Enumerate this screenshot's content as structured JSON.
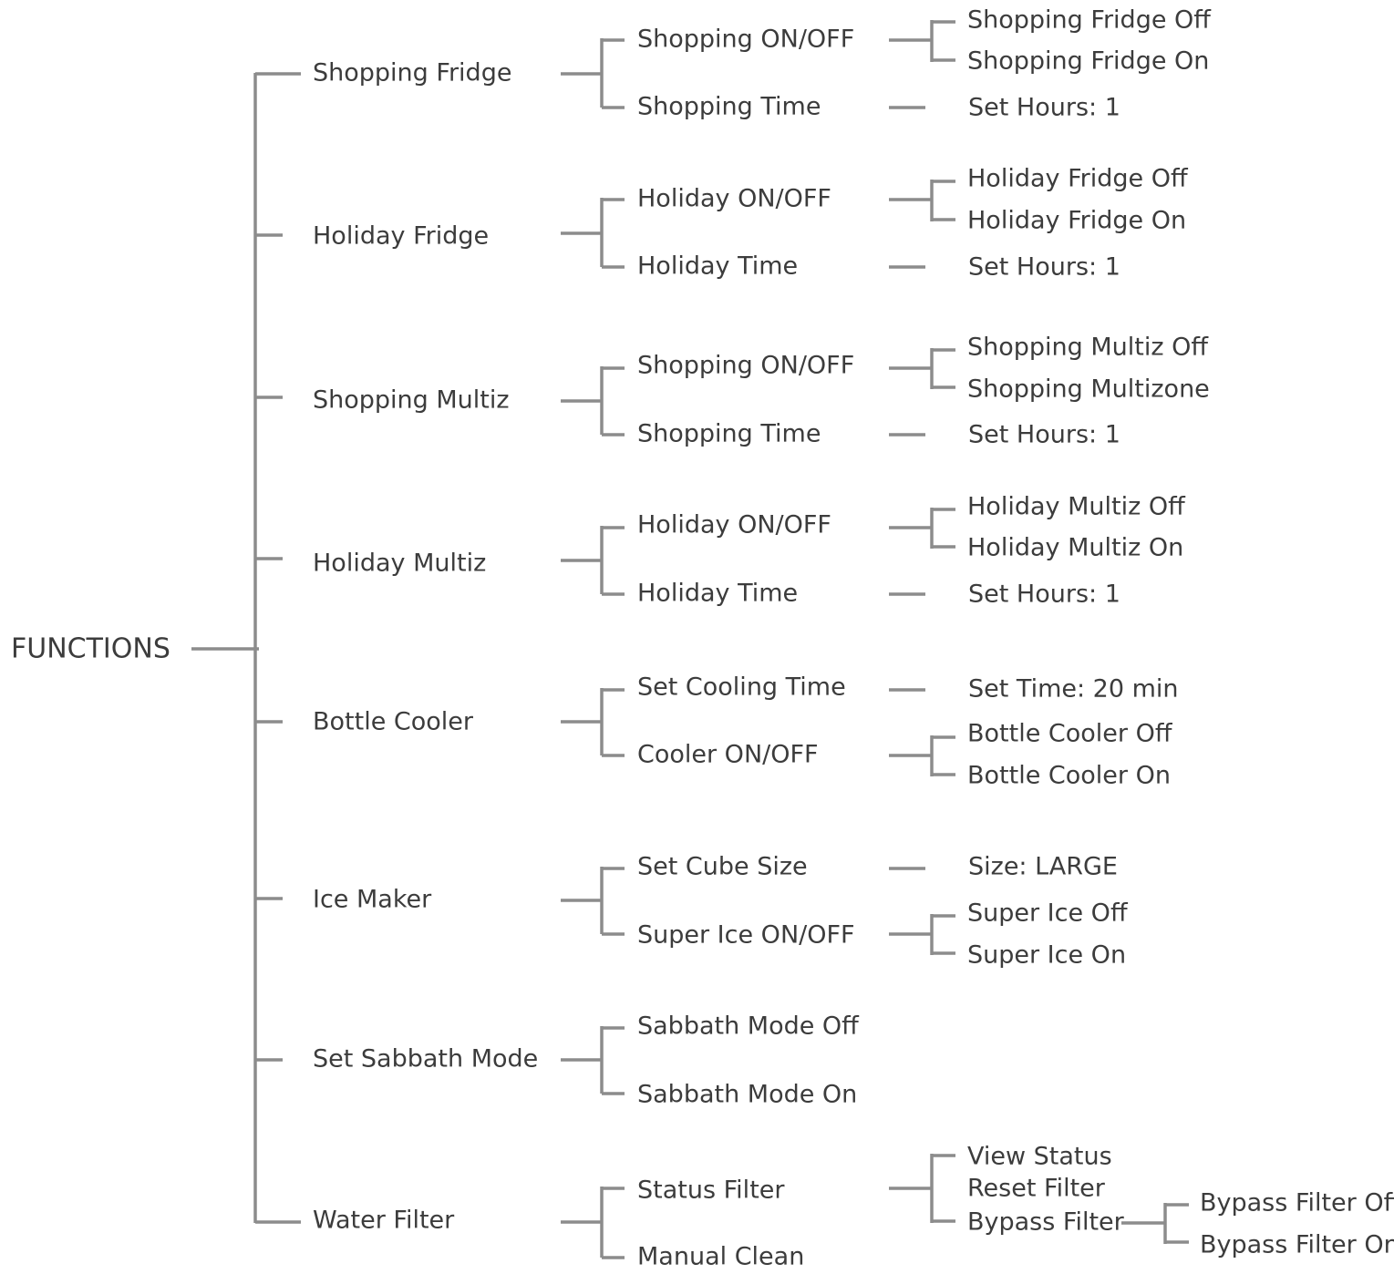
{
  "root": "FUNCTIONS",
  "functions": [
    {
      "label": "Shopping Fridge",
      "children": [
        {
          "label": "Shopping ON/OFF",
          "children": [
            {
              "label": "Shopping Fridge Off"
            },
            {
              "label": "Shopping Fridge On"
            }
          ]
        },
        {
          "label": "Shopping Time",
          "children": [
            {
              "label": "Set Hours: 1"
            }
          ]
        }
      ]
    },
    {
      "label": "Holiday Fridge",
      "children": [
        {
          "label": "Holiday ON/OFF",
          "children": [
            {
              "label": "Holiday Fridge Off"
            },
            {
              "label": "Holiday Fridge On"
            }
          ]
        },
        {
          "label": "Holiday Time",
          "children": [
            {
              "label": "Set Hours: 1"
            }
          ]
        }
      ]
    },
    {
      "label": "Shopping Multiz",
      "children": [
        {
          "label": "Shopping ON/OFF",
          "children": [
            {
              "label": "Shopping Multiz Off"
            },
            {
              "label": "Shopping Multizone"
            }
          ]
        },
        {
          "label": "Shopping Time",
          "children": [
            {
              "label": "Set Hours: 1"
            }
          ]
        }
      ]
    },
    {
      "label": "Holiday Multiz",
      "children": [
        {
          "label": "Holiday ON/OFF",
          "children": [
            {
              "label": "Holiday Multiz Off"
            },
            {
              "label": "Holiday Multiz On"
            }
          ]
        },
        {
          "label": "Holiday Time",
          "children": [
            {
              "label": "Set Hours: 1"
            }
          ]
        }
      ]
    },
    {
      "label": "Bottle Cooler",
      "children": [
        {
          "label": "Set Cooling Time",
          "children": [
            {
              "label": "Set Time: 20 min"
            }
          ]
        },
        {
          "label": "Cooler ON/OFF",
          "children": [
            {
              "label": "Bottle Cooler Off"
            },
            {
              "label": "Bottle Cooler On"
            }
          ]
        }
      ]
    },
    {
      "label": "Ice Maker",
      "children": [
        {
          "label": "Set Cube Size",
          "children": [
            {
              "label": "Size: LARGE"
            }
          ]
        },
        {
          "label": "Super Ice ON/OFF",
          "children": [
            {
              "label": "Super Ice Off"
            },
            {
              "label": "Super Ice On"
            }
          ]
        }
      ]
    },
    {
      "label": "Set Sabbath Mode",
      "children": [
        {
          "label": "Sabbath Mode Off"
        },
        {
          "label": "Sabbath Mode On"
        }
      ]
    },
    {
      "label": "Water Filter",
      "children": [
        {
          "label": "Status Filter",
          "children": [
            {
              "label": "View Status"
            },
            {
              "label": "Reset Filter"
            },
            {
              "label": "Bypass Filter",
              "children": [
                {
                  "label": "Bypass Filter Off"
                },
                {
                  "label": "Bypass Filter On"
                }
              ]
            }
          ]
        },
        {
          "label": "Manual Clean"
        }
      ]
    }
  ]
}
